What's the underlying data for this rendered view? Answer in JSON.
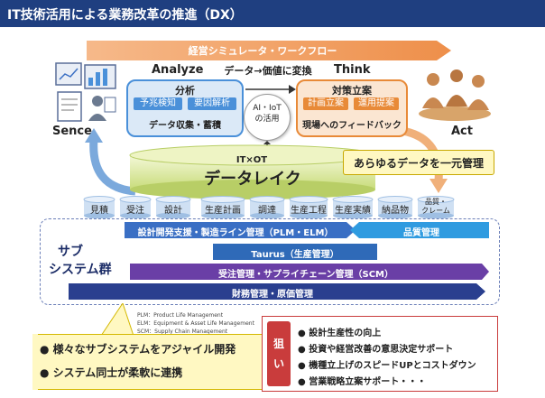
{
  "title": "IT技術活用による業務改革の推進（DX）",
  "flow_bar": "経営シミュレータ・ワークフロー",
  "phases": {
    "sence": "Sence",
    "analyze": "Analyze",
    "think": "Think",
    "act": "Act"
  },
  "center_label": "データ→価値に変換",
  "analyze_box": {
    "heading": "分析",
    "chips": [
      "予兆検知",
      "要因解析"
    ],
    "footer": "データ収集・蓄積"
  },
  "think_box": {
    "heading": "対策立案",
    "chips": [
      "計画立案",
      "運用提案"
    ],
    "footer": "現場へのフィードバック"
  },
  "ai_circle": [
    "AI・IoT",
    "の活用"
  ],
  "data_lake": {
    "sub": "IT×OT",
    "main": "データレイク",
    "callout": "あらゆるデータを一元管理"
  },
  "data_sources": [
    "見積",
    "受注",
    "設計",
    "生産計画",
    "調達",
    "生産工程",
    "生産実績",
    "納品物",
    "品質・\nクレーム"
  ],
  "subsystems": {
    "label_line1": "サブ",
    "label_line2": "システム群",
    "bars": [
      "設計開発支援・製造ライン管理（PLM・ELM）",
      "品質管理",
      "Taurus（生産管理）",
      "受注管理・サプライチェーン管理（SCM）",
      "財務管理・原価管理"
    ]
  },
  "notes": [
    "PLM：Product Life Management",
    "ELM：Equipment & Asset Life Management",
    "SCM：Supply Chain Management"
  ],
  "features": [
    "様々なサブシステムをアジャイル開発",
    "システム同士が柔軟に連携"
  ],
  "aims": {
    "tag": "狙い",
    "items": [
      "設計生産性の向上",
      "投資や経営改善の意思決定サポート",
      "機種立上げのスピードUPとコストダウン",
      "営業戦略立案サポート・・・"
    ]
  },
  "colors": {
    "title_bg": "#1f3f80",
    "flow_orange": "#f0a060",
    "analyze_blue": "#4a90d9",
    "think_orange": "#e88a38",
    "bar_blue": "#3a6fc4",
    "bar_purple": "#6a3fa6",
    "bar_navy": "#2a3f8f",
    "aim_red": "#c93c3c"
  }
}
